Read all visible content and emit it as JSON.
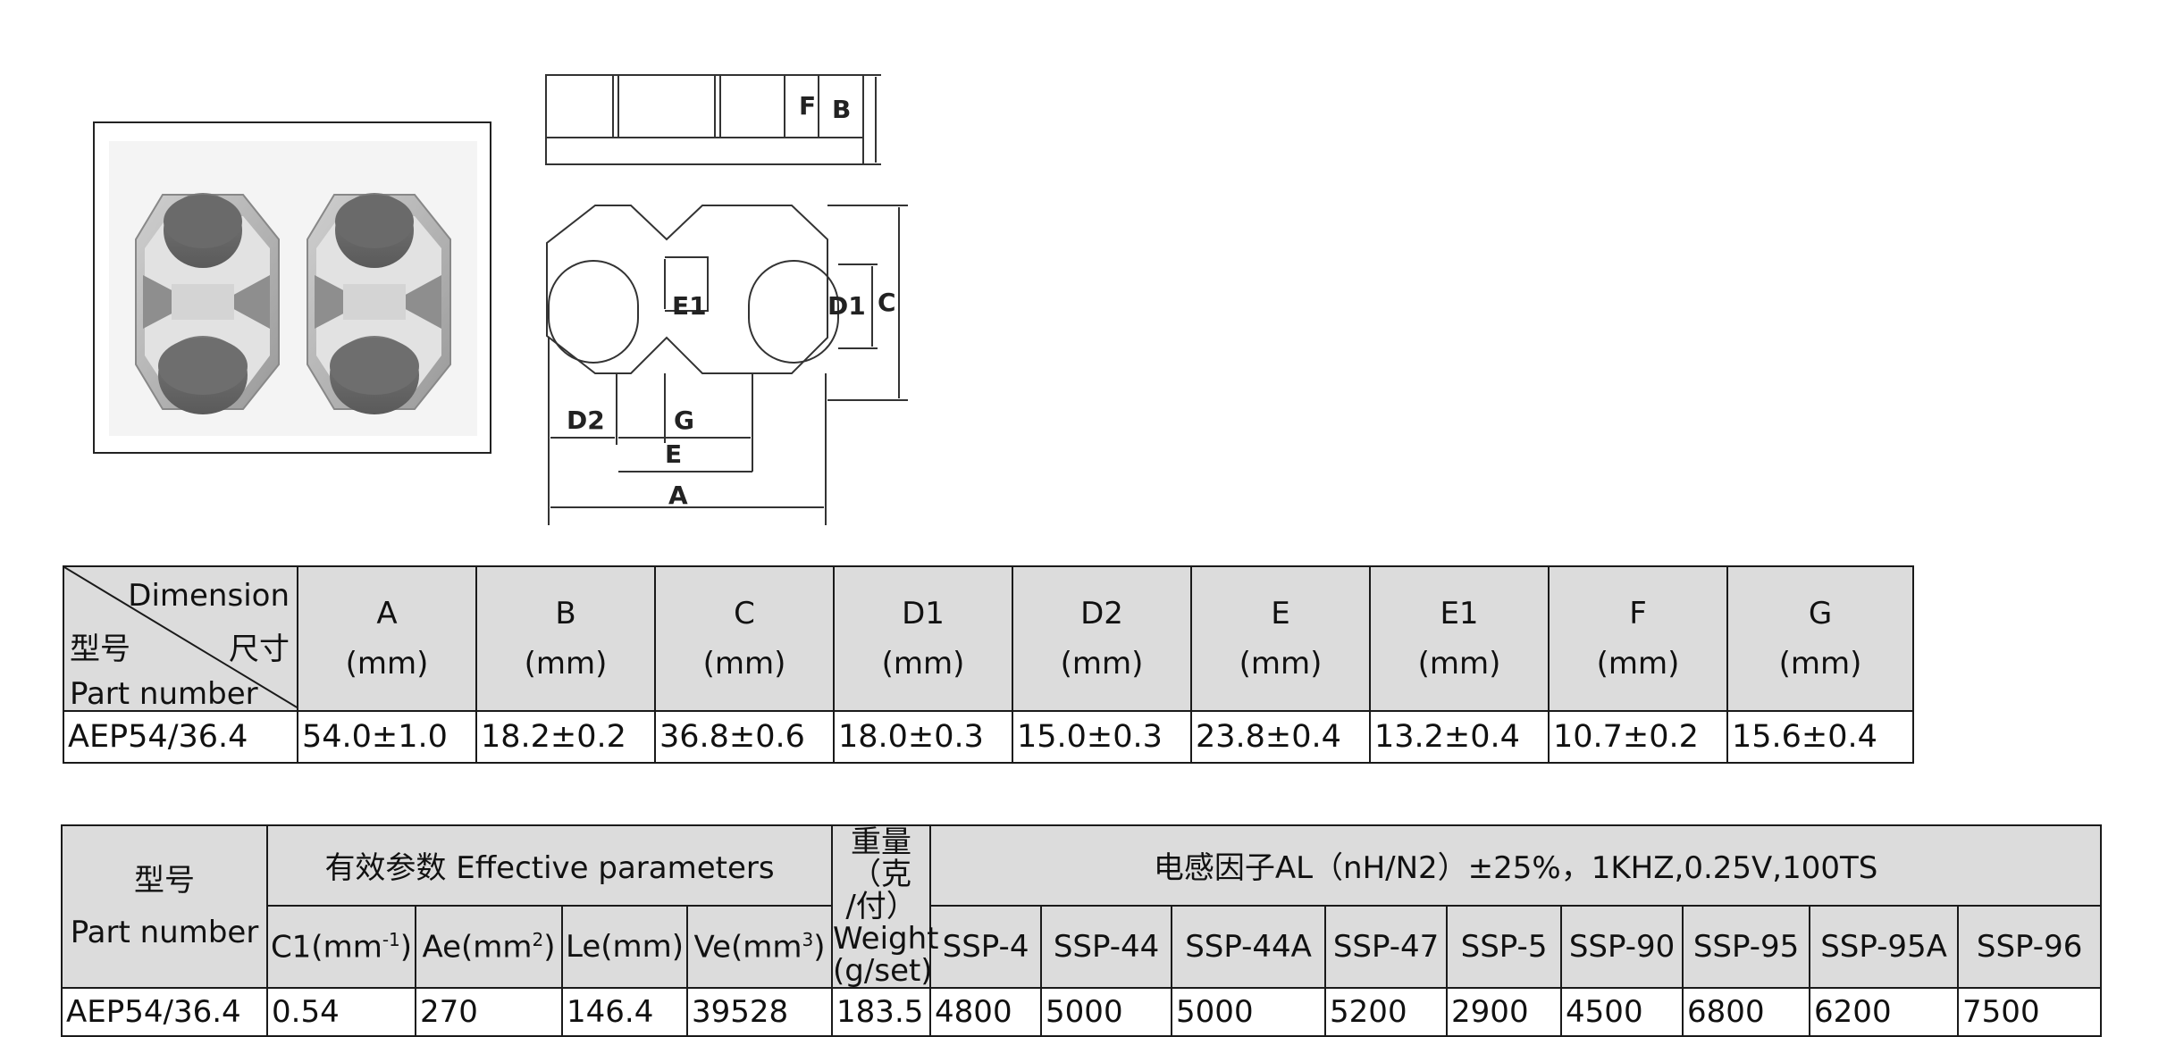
{
  "drawing": {
    "top_labels": {
      "f": "F",
      "b": "B"
    },
    "main_labels": {
      "e1": "E1",
      "d1": "D1",
      "c": "C",
      "d2": "D2",
      "g": "G",
      "e": "E",
      "a": "A"
    }
  },
  "dimension_table": {
    "corner": {
      "top": "Dimension",
      "middle_left": "型号",
      "middle_right": "尺寸",
      "bottom": "Part number"
    },
    "columns": [
      {
        "name": "A",
        "unit": "(mm)"
      },
      {
        "name": "B",
        "unit": "(mm)"
      },
      {
        "name": "C",
        "unit": "(mm)"
      },
      {
        "name": "D1",
        "unit": "(mm)"
      },
      {
        "name": "D2",
        "unit": "(mm)"
      },
      {
        "name": "E",
        "unit": "(mm)"
      },
      {
        "name": "E1",
        "unit": "(mm)"
      },
      {
        "name": "F",
        "unit": "(mm)"
      },
      {
        "name": "G",
        "unit": "(mm)"
      }
    ],
    "row": {
      "part": "AEP54/36.4",
      "values": [
        "54.0±1.0",
        "18.2±0.2",
        "36.8±0.6",
        "18.0±0.3",
        "15.0±0.3",
        "23.8±0.4",
        "13.2±0.4",
        "10.7±0.2",
        "15.6±0.4"
      ]
    }
  },
  "param_table": {
    "part_header": {
      "cn": "型号",
      "en": "Part number"
    },
    "effective_header": "有效参数 Effective parameters",
    "effective_columns": [
      {
        "base": "C1(mm",
        "sup": "-1",
        "tail": ")"
      },
      {
        "base": "Ae(mm",
        "sup": "2",
        "tail": ")"
      },
      {
        "base": "Le(mm)",
        "sup": "",
        "tail": ""
      },
      {
        "base": "Ve(mm",
        "sup": "3",
        "tail": ")"
      }
    ],
    "weight_header": {
      "cn1": "重量（克",
      "cn2": "/付）",
      "en1": "Weight",
      "en2": "(g/set)"
    },
    "al_header": "电感因子AL（nH/N2）±25%，1KHZ,0.25V,100TS",
    "materials": [
      "SSP-4",
      "SSP-44",
      "SSP-44A",
      "SSP-47",
      "SSP-5",
      "SSP-90",
      "SSP-95",
      "SSP-95A",
      "SSP-96"
    ],
    "row": {
      "part": "AEP54/36.4",
      "effective": [
        "0.54",
        "270",
        "146.4",
        "39528"
      ],
      "weight": "183.5",
      "al": [
        "4800",
        "5000",
        "5000",
        "5200",
        "2900",
        "4500",
        "6800",
        "6200",
        "7500"
      ]
    }
  }
}
